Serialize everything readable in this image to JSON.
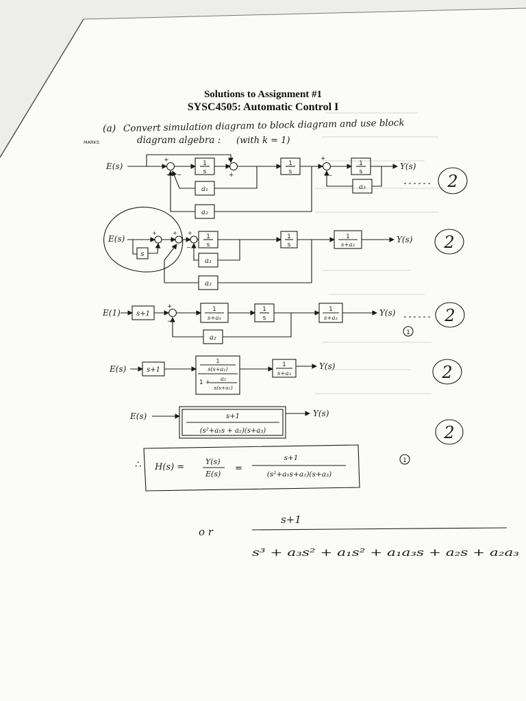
{
  "header": {
    "title_line1": "Solutions to Assignment #1",
    "title_line2": "SYSC4505: Automatic Control I"
  },
  "question": {
    "part": "(a)",
    "line1": "Convert simulation diagram to block diagram and use block",
    "line2": "diagram algebra :",
    "note": "(with k = 1)",
    "marks_label": "MARKS"
  },
  "labels": {
    "input": "E(s)",
    "input_alt": "E(1)",
    "output": "Y(s)",
    "plus": "+",
    "minus": "−",
    "therefore": "∴",
    "or": "o r"
  },
  "blocks": {
    "int_num": "1",
    "int_den": "s",
    "a1": "a₁",
    "a2": "a₂",
    "a3": "a₃",
    "s": "s",
    "sa3_num": "1",
    "sa3_den": "s+a₃",
    "s_plus_1": "s+1",
    "sa1_num": "1",
    "sa1_den": "s+a₁",
    "ssa1_num": "1",
    "ssa1_den": "s(s+a₁)",
    "fb_one": "1 +",
    "fb_num": "a₂",
    "fb_den": "s(s+a₁)"
  },
  "results": {
    "tf_num": "s+1",
    "tf_den": "(s²+a₁s + a₂)(s+a₃)",
    "h_lhs": "H(s) =",
    "h_ratio_num": "Y(s)",
    "h_ratio_den": "E(s)",
    "equals": "=",
    "h_den": "(s²+a₁s+a₂)(s+a₃)",
    "or_num": "s+1",
    "or_den": "s³ + a₃s² + a₁s² + a₁a₃s + a₂s + a₂a₃"
  },
  "marks": {
    "m1": "2",
    "m2": "2",
    "m3": "2",
    "m4": "2",
    "m5": "2",
    "partial1": "1",
    "partial2": "1"
  }
}
